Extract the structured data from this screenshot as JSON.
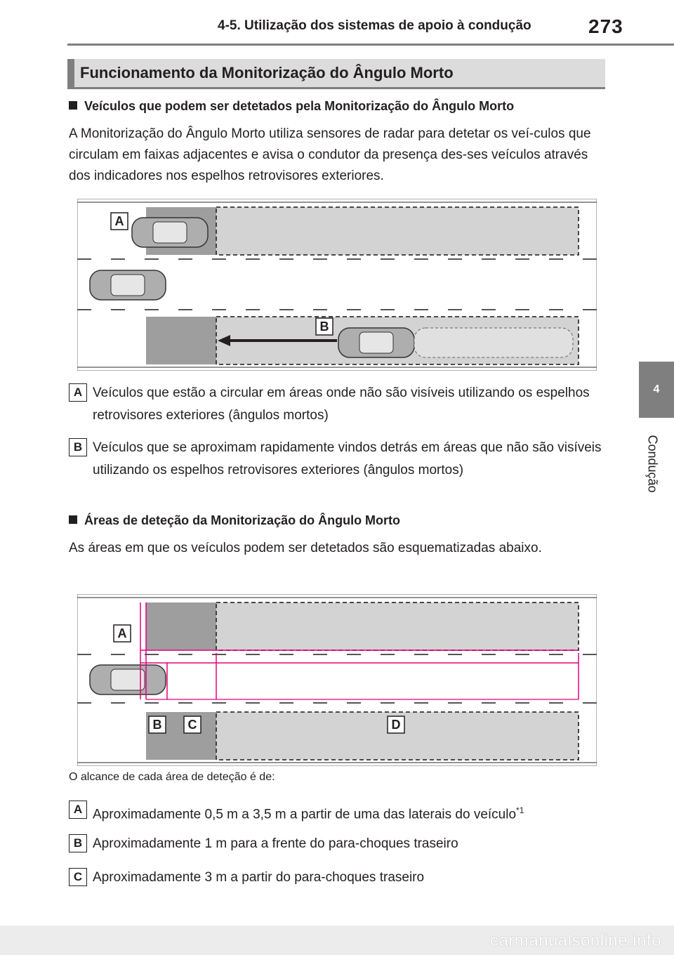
{
  "header": {
    "title": "4-5. Utilização dos sistemas de apoio à condução",
    "page": "273"
  },
  "side": {
    "chapter": "4",
    "label": "Condução"
  },
  "section": {
    "title": "Funcionamento da Monitorização do Ângulo Morto"
  },
  "sub1": {
    "title": "Veículos que podem ser detetados pela Monitorização do Ângulo Morto",
    "text": "A Monitorização do Ângulo Morto utiliza sensores de radar para detetar os veí-culos que circulam em faixas adjacentes e avisa o condutor da presença des-ses veículos através dos indicadores nos espelhos retrovisores exteriores."
  },
  "fig1": {
    "labels": [
      "A",
      "B"
    ]
  },
  "list1": [
    {
      "label": "A",
      "text": "Veículos que estão a circular em áreas onde não são visíveis utilizando os espelhos retrovisores exteriores (ângulos mortos)"
    },
    {
      "label": "B",
      "text": "Veículos que se aproximam rapidamente vindos detrás em áreas que não são visíveis utilizando os espelhos retrovisores exteriores (ângulos mortos)"
    }
  ],
  "sub2": {
    "title": "Áreas de deteção da Monitorização do Ângulo Morto",
    "text": "As áreas em que os veículos podem ser detetados são esquematizadas abaixo."
  },
  "fig2": {
    "labels": [
      "A",
      "B",
      "C",
      "D"
    ]
  },
  "caption": "O alcance de cada área de deteção é de:",
  "list2": [
    {
      "label": "A",
      "text": "Aproximadamente 0,5 m a 3,5 m a partir de uma das laterais do veículo",
      "note": "*1"
    },
    {
      "label": "B",
      "text": "Aproximadamente 1 m para a frente do para-choques traseiro"
    },
    {
      "label": "C",
      "text": "Aproximadamente 3 m a partir do para-choques traseiro"
    }
  ],
  "footer": {
    "watermark": "carmanualsonline.info"
  }
}
